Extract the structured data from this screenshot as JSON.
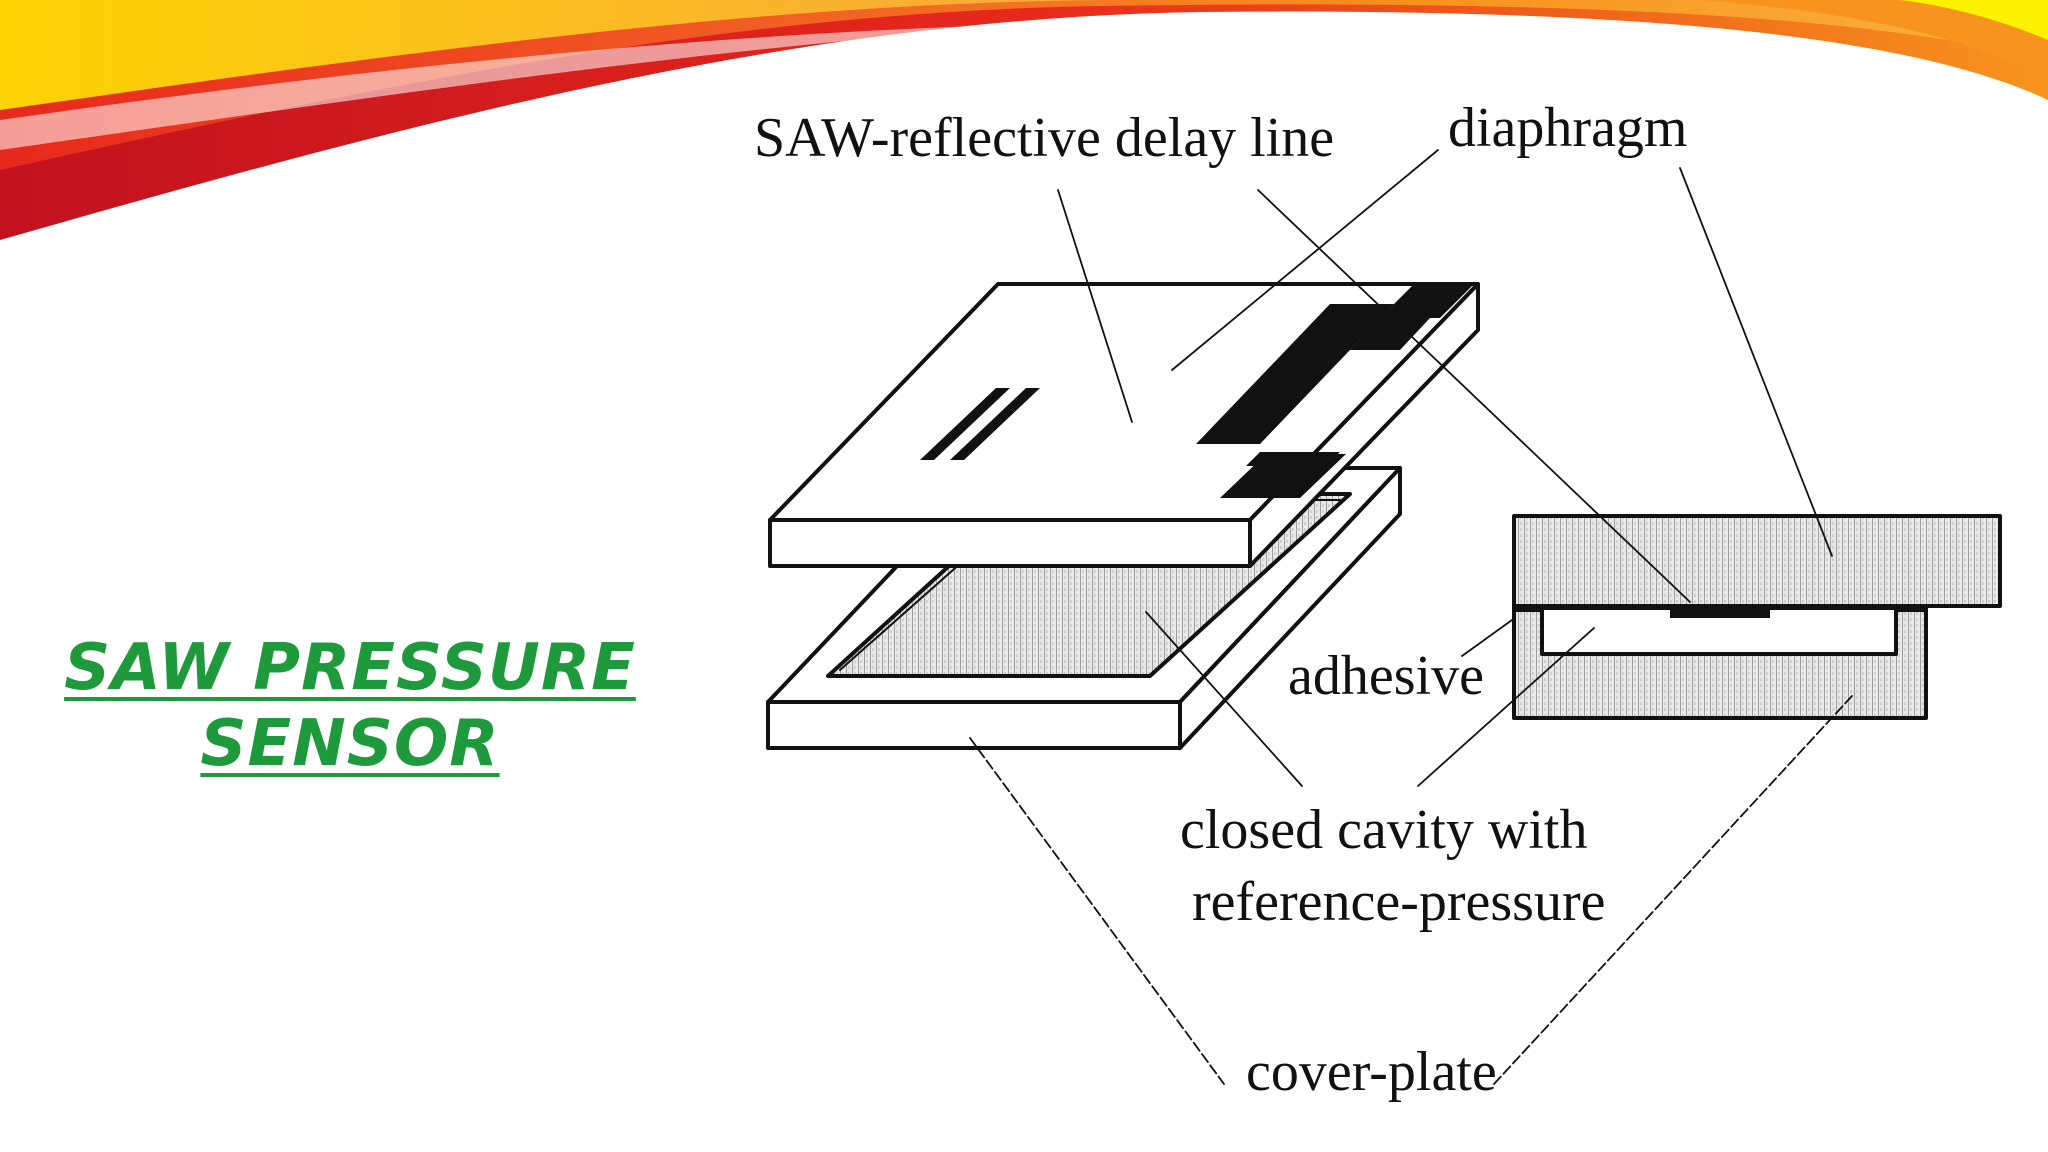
{
  "slide": {
    "title_line1": "SAW PRESSURE",
    "title_line2": "SENSOR"
  },
  "diagram": {
    "labels": {
      "delay_line": "SAW-reflective delay line",
      "diaphragm": "diaphragm",
      "adhesive": "adhesive",
      "cavity_line1": "closed cavity with",
      "cavity_line2": "reference-pressure",
      "cover_plate": "cover-plate"
    }
  },
  "colors": {
    "title": "#1e9a3c",
    "swoosh_red": "#e8281c",
    "swoosh_orange": "#f7941d",
    "swoosh_yellow": "#fff200",
    "line": "#111111",
    "hatch_fill": "#cfcfcf"
  }
}
